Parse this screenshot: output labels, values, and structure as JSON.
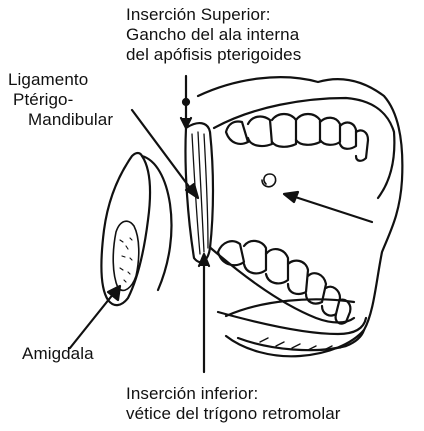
{
  "labels": {
    "superior": [
      "Inserción Superior:",
      "Gancho del ala interna",
      "del apófisis pterigoides"
    ],
    "ligament": [
      "Ligamento",
      "Ptérigo-",
      "Mandibular"
    ],
    "tonsil": "Amigdala",
    "inferior": [
      "Inserción inferior:",
      "vétice del trígono retromolar"
    ]
  }
}
